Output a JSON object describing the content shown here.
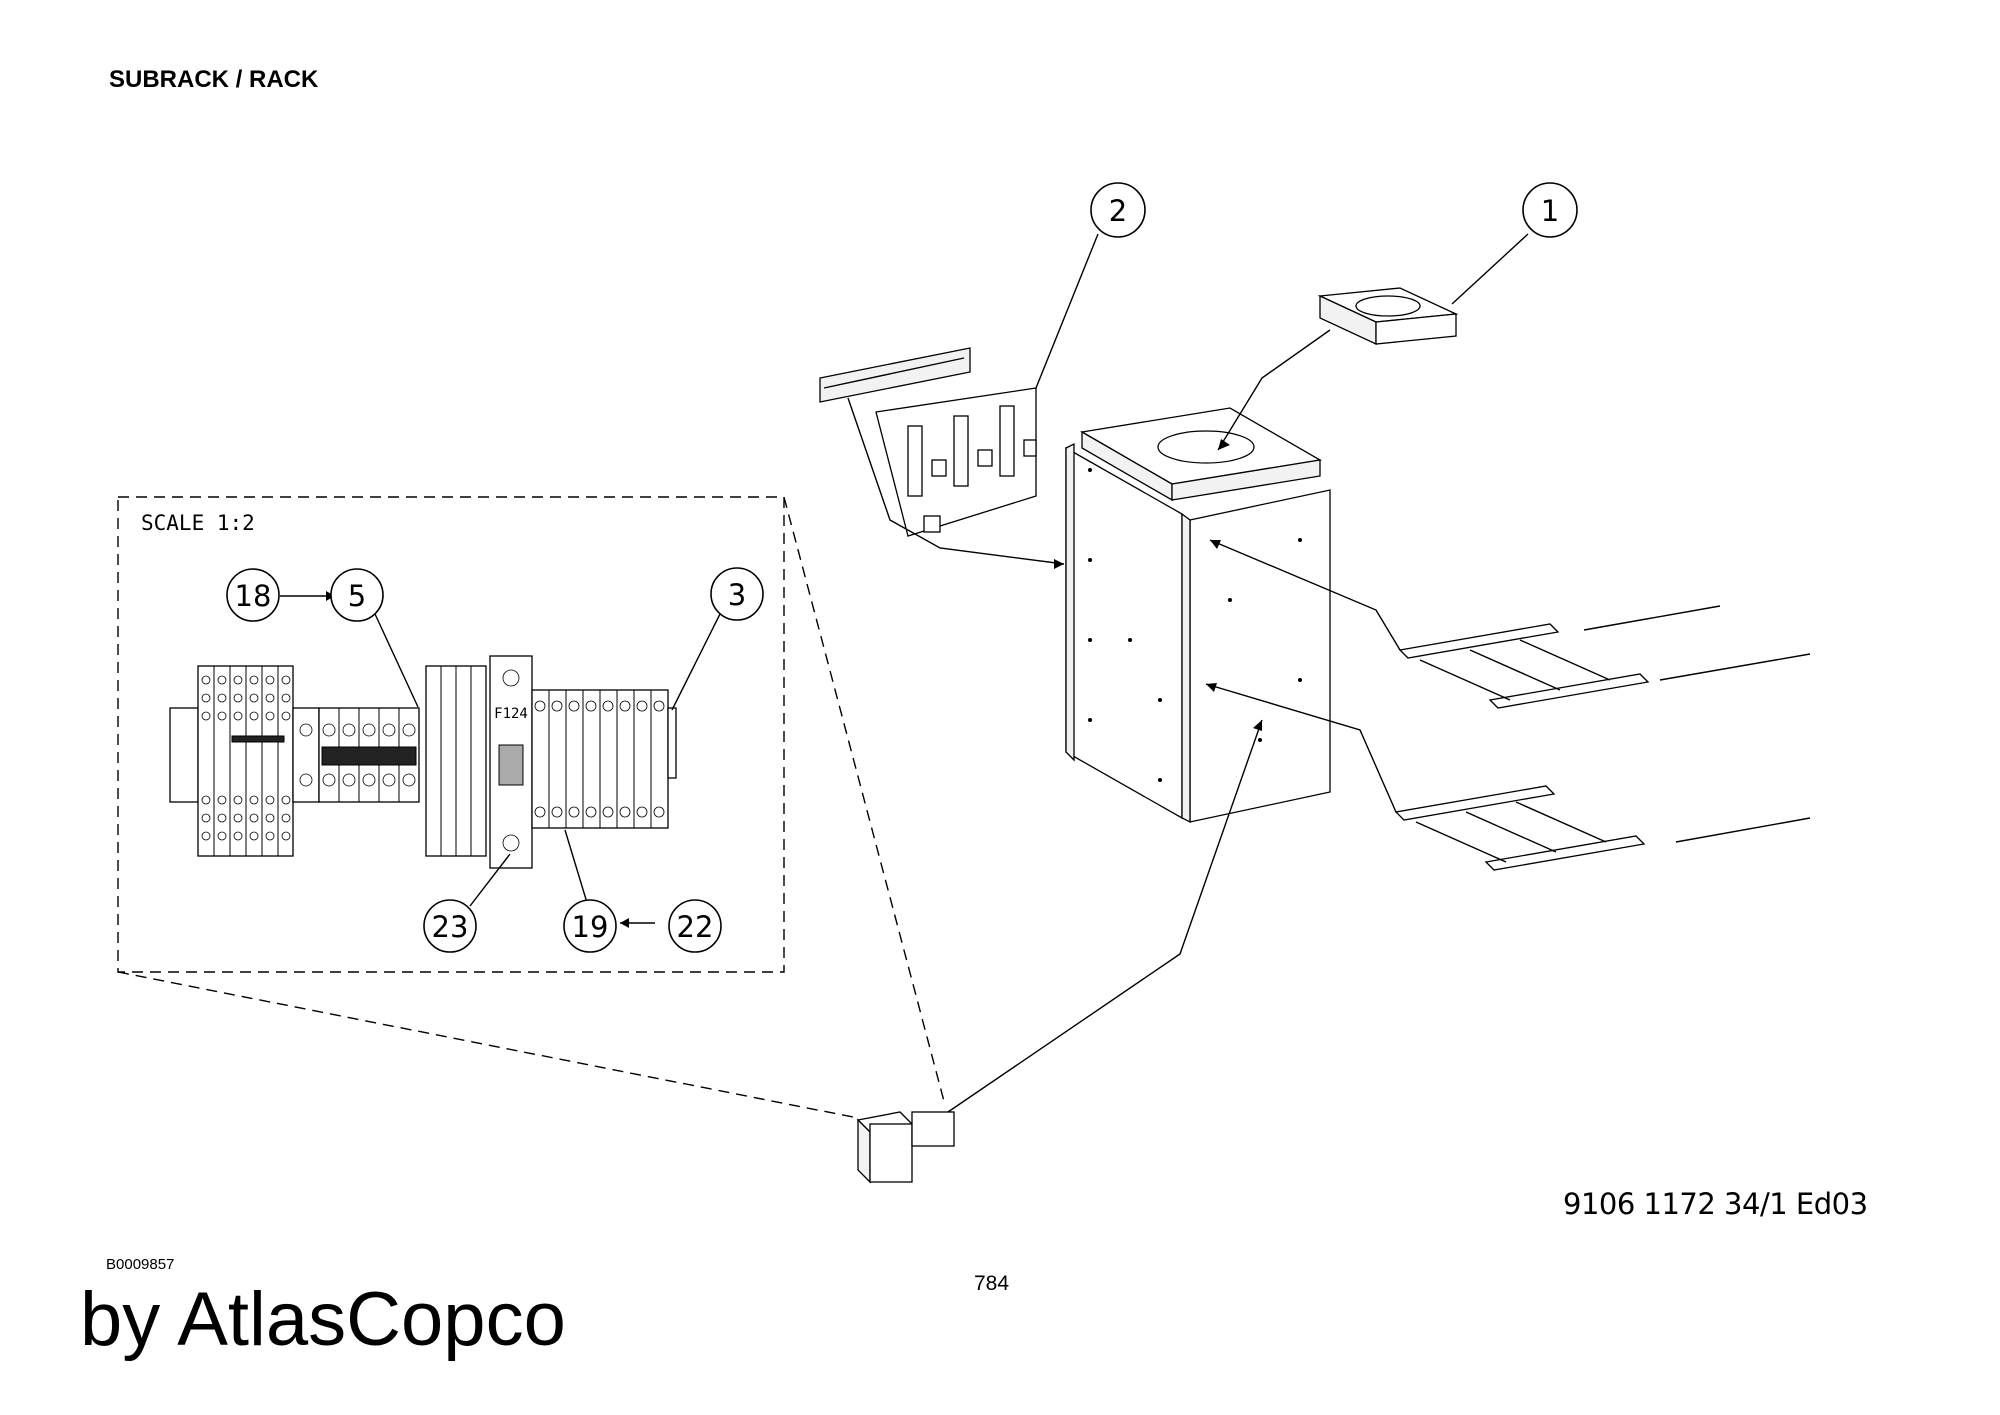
{
  "header": {
    "title": "SUBRACK / RACK"
  },
  "detail_view": {
    "scale_label": "SCALE 1:2",
    "fuse_label": "F124"
  },
  "callouts": [
    {
      "id": "1",
      "label": "1"
    },
    {
      "id": "2",
      "label": "2"
    },
    {
      "id": "3",
      "label": "3"
    },
    {
      "id": "5",
      "label": "5"
    },
    {
      "id": "18",
      "label": "18"
    },
    {
      "id": "19",
      "label": "19"
    },
    {
      "id": "22",
      "label": "22"
    },
    {
      "id": "23",
      "label": "23"
    }
  ],
  "footer": {
    "part_number": "9106 1172 34/1  Ed03",
    "drawing_id": "B0009857",
    "page_number": "784",
    "brand": "by AtlasCopco"
  }
}
